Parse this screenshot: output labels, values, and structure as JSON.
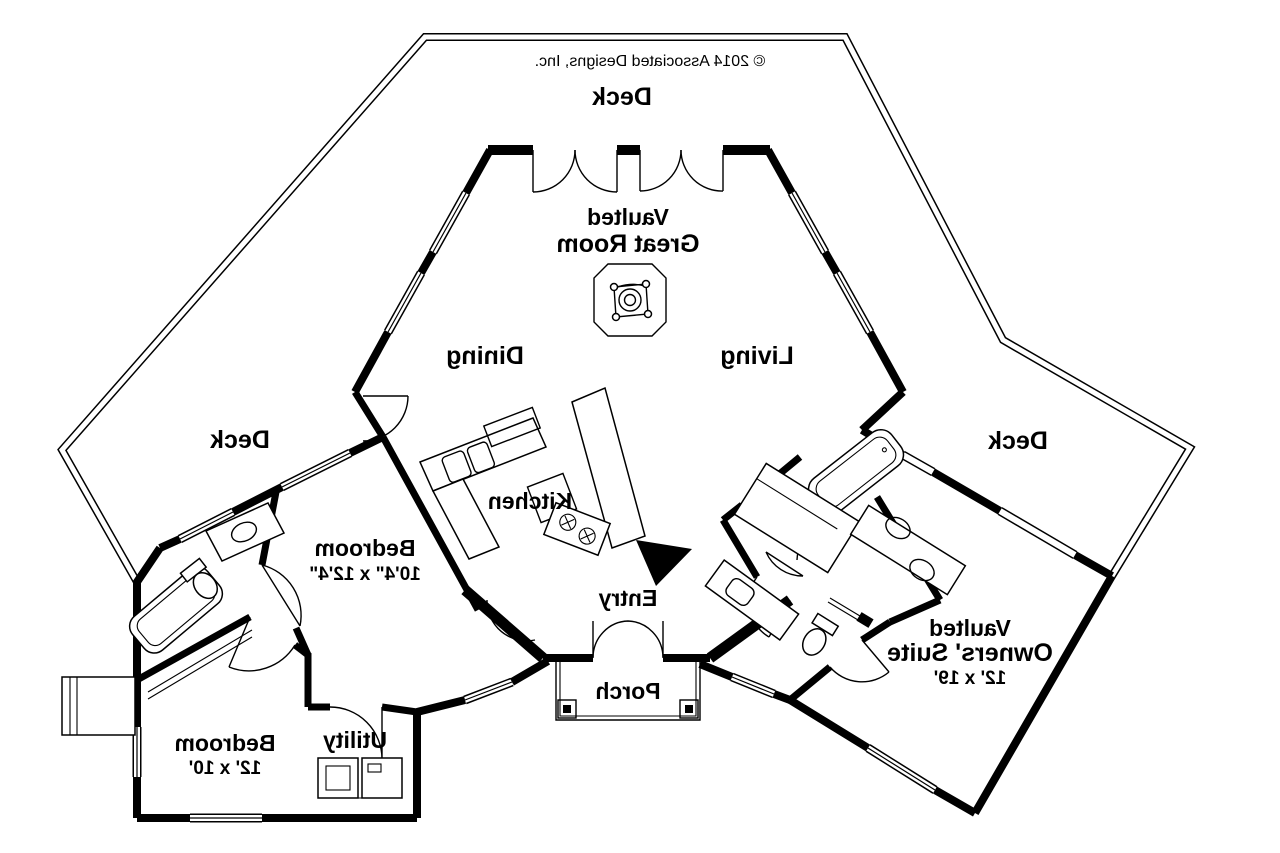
{
  "plan": {
    "copyright": "© 2014 Associated Designs, Inc.",
    "rooms": {
      "deck_top": {
        "label": "Deck"
      },
      "deck_left": {
        "label": "Deck"
      },
      "deck_right": {
        "label": "Deck"
      },
      "great_room": {
        "line1": "Vaulted",
        "line2": "Great Room"
      },
      "dining": {
        "label": "Dining"
      },
      "living": {
        "label": "Living"
      },
      "kitchen": {
        "label": "Kitchen"
      },
      "bedroom_upper": {
        "line1": "Bedroom",
        "line2": "10'4\" x 12'4\""
      },
      "entry": {
        "label": "Entry"
      },
      "porch": {
        "label": "Porch"
      },
      "utility": {
        "label": "Utility"
      },
      "bedroom_lower": {
        "line1": "Bedroom",
        "line2": "12' x 10'"
      },
      "owners_suite": {
        "line1": "Vaulted",
        "line2": "Owners' Suite",
        "line3": "12' x 19'"
      }
    }
  }
}
